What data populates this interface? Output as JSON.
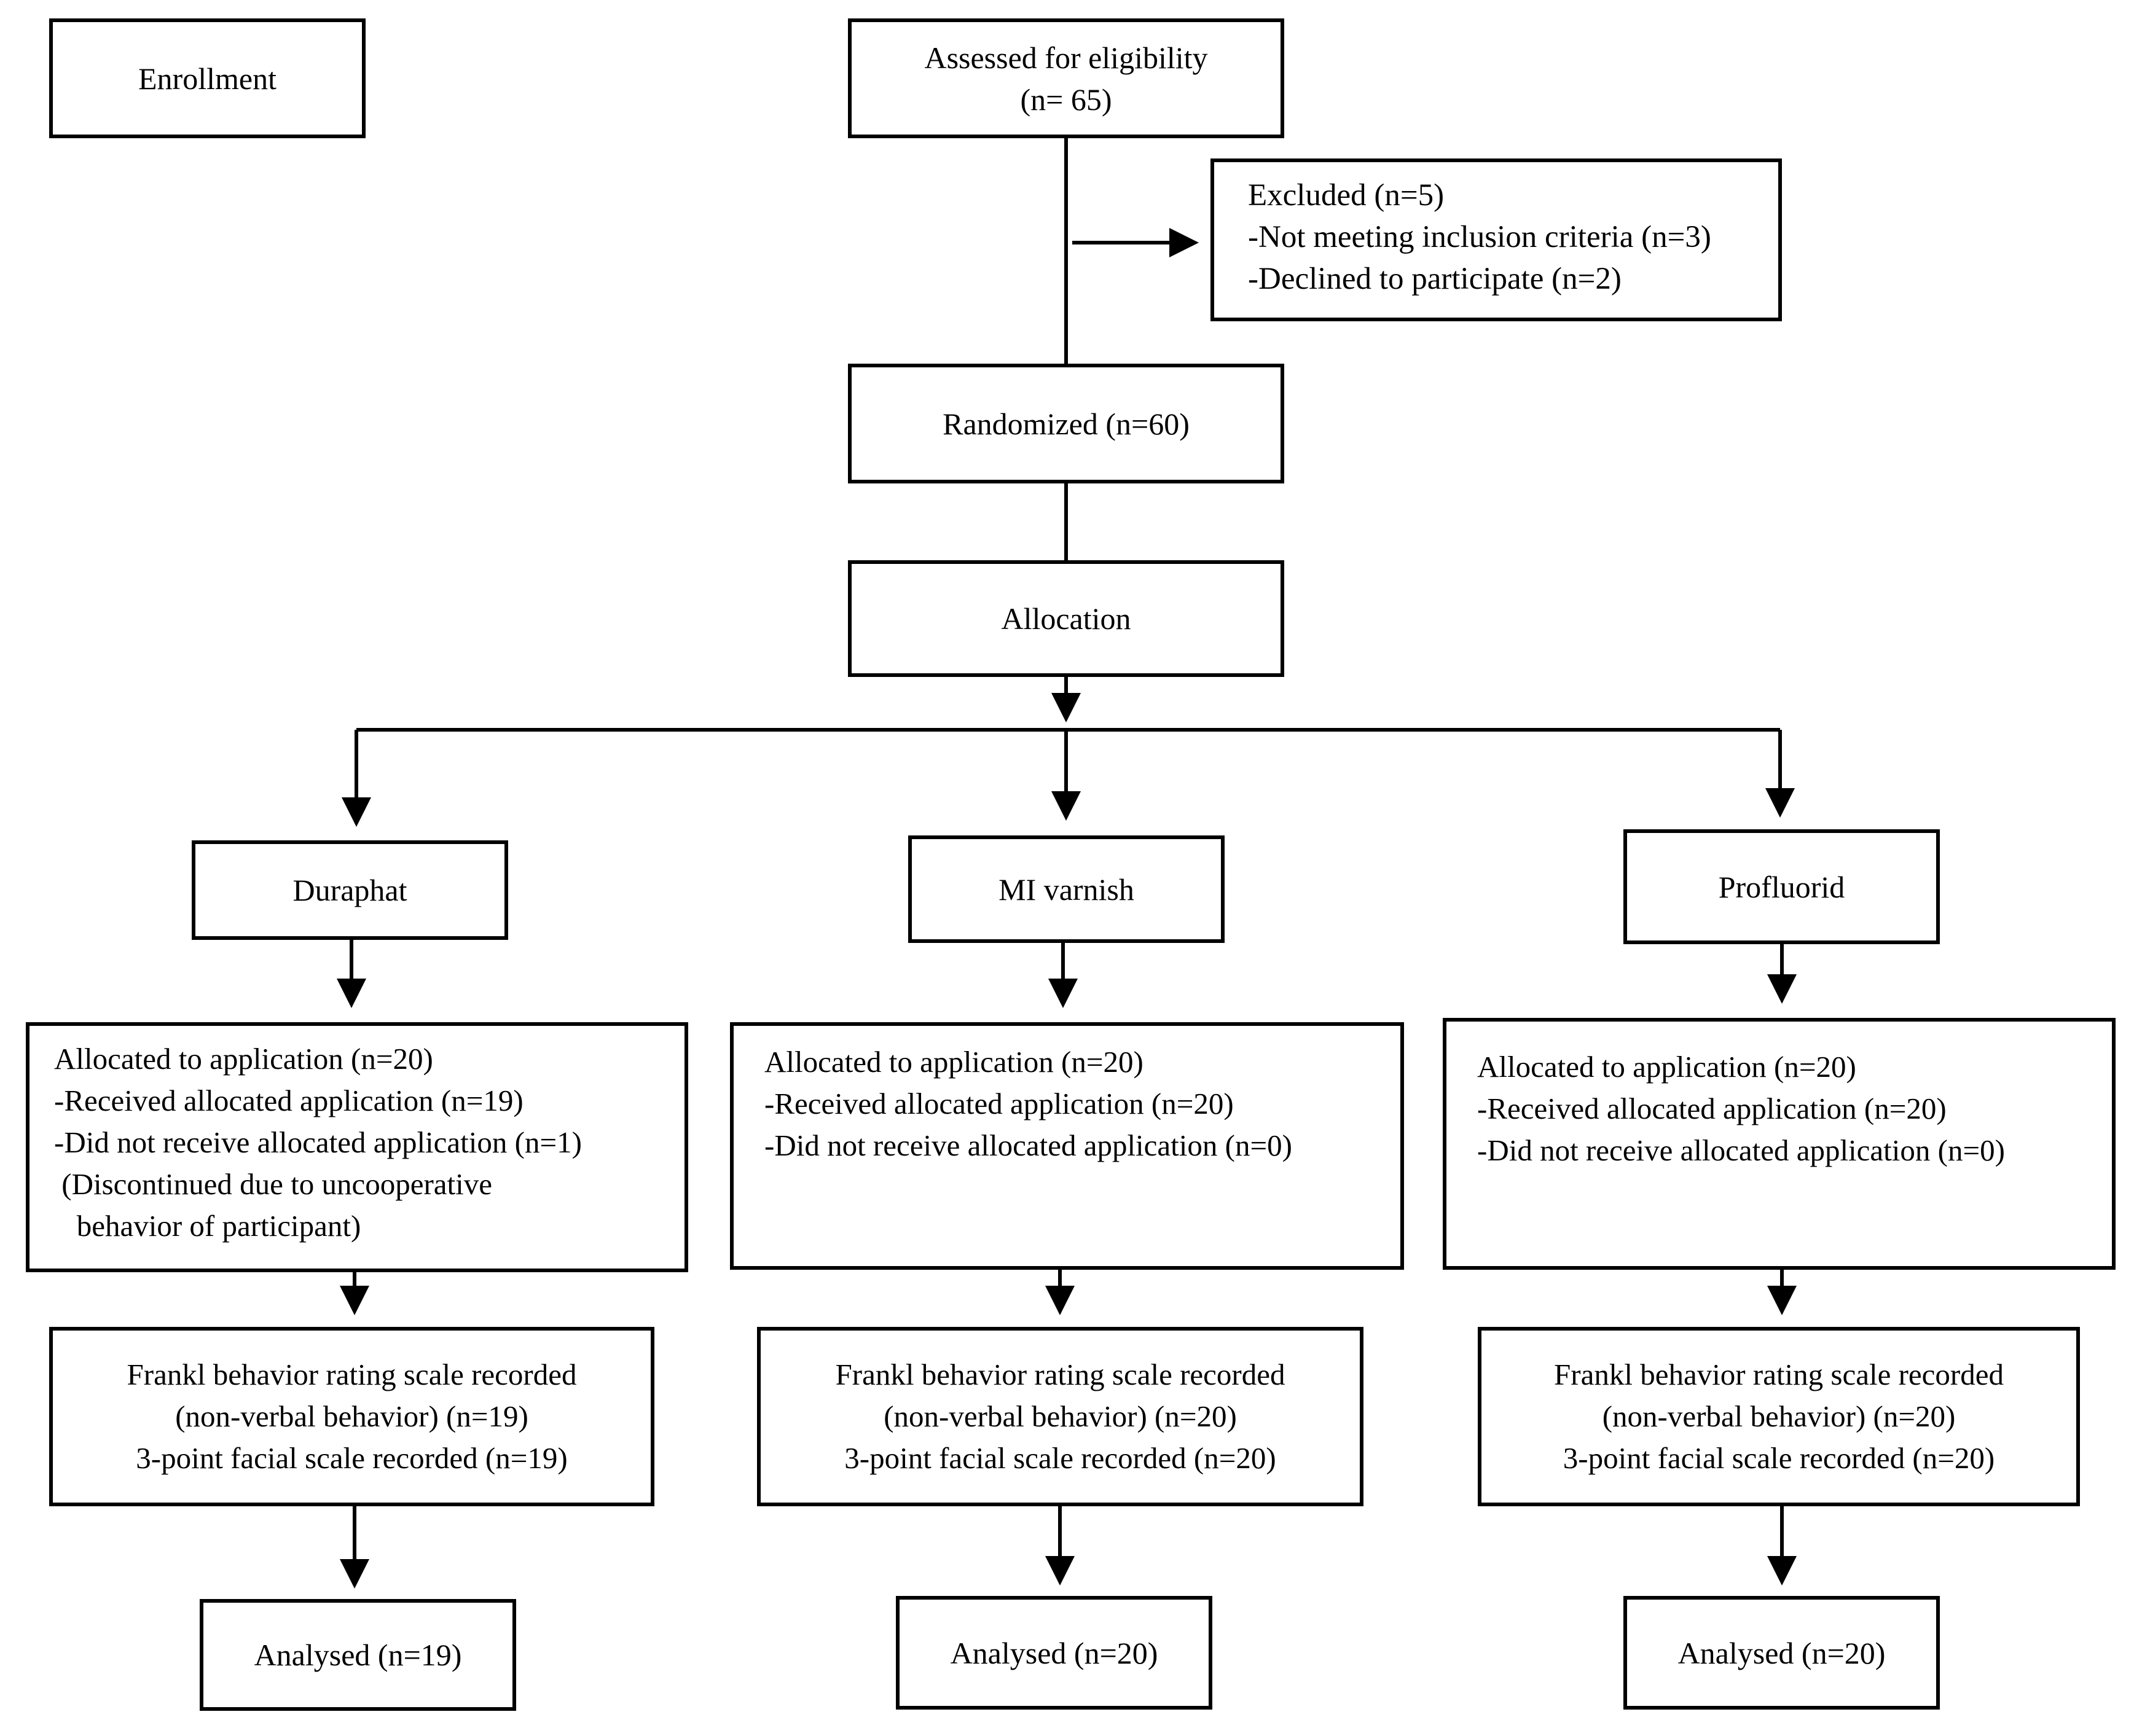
{
  "enrollment_label": "Enrollment",
  "assessed": {
    "line1": "Assessed for eligibility",
    "line2": "(n= 65)"
  },
  "excluded": {
    "title": "Excluded (n=5)",
    "item1": "-Not meeting inclusion criteria (n=3)",
    "item2": "-Declined to participate (n=2)"
  },
  "randomized": "Randomized (n=60)",
  "allocation": "Allocation",
  "arms": [
    {
      "name": "Duraphat",
      "allocated": {
        "l1": "Allocated to application (n=20)",
        "l2": "-Received allocated application (n=19)",
        "l3": "-Did not receive allocated application (n=1)",
        "l4": " (Discontinued due to uncooperative",
        "l5": "   behavior of participant)"
      },
      "frankl": {
        "l1": "Frankl behavior rating scale recorded",
        "l2": "(non-verbal behavior) (n=19)",
        "l3": "3-point facial scale recorded (n=19)"
      },
      "analysed": "Analysed (n=19)"
    },
    {
      "name": "MI varnish",
      "allocated": {
        "l1": "Allocated to application (n=20)",
        "l2": "-Received allocated application (n=20)",
        "l3": "-Did not receive allocated application (n=0)"
      },
      "frankl": {
        "l1": "Frankl behavior rating scale recorded",
        "l2": "(non-verbal behavior) (n=20)",
        "l3": "3-point facial scale recorded (n=20)"
      },
      "analysed": "Analysed (n=20)"
    },
    {
      "name": "Profluorid",
      "allocated": {
        "l1": "Allocated to application (n=20)",
        "l2": "-Received allocated application (n=20)",
        "l3": "-Did not receive allocated application (n=0)"
      },
      "frankl": {
        "l1": "Frankl behavior rating scale recorded",
        "l2": "(non-verbal behavior) (n=20)",
        "l3": "3-point facial scale recorded (n=20)"
      },
      "analysed": "Analysed (n=20)"
    }
  ]
}
